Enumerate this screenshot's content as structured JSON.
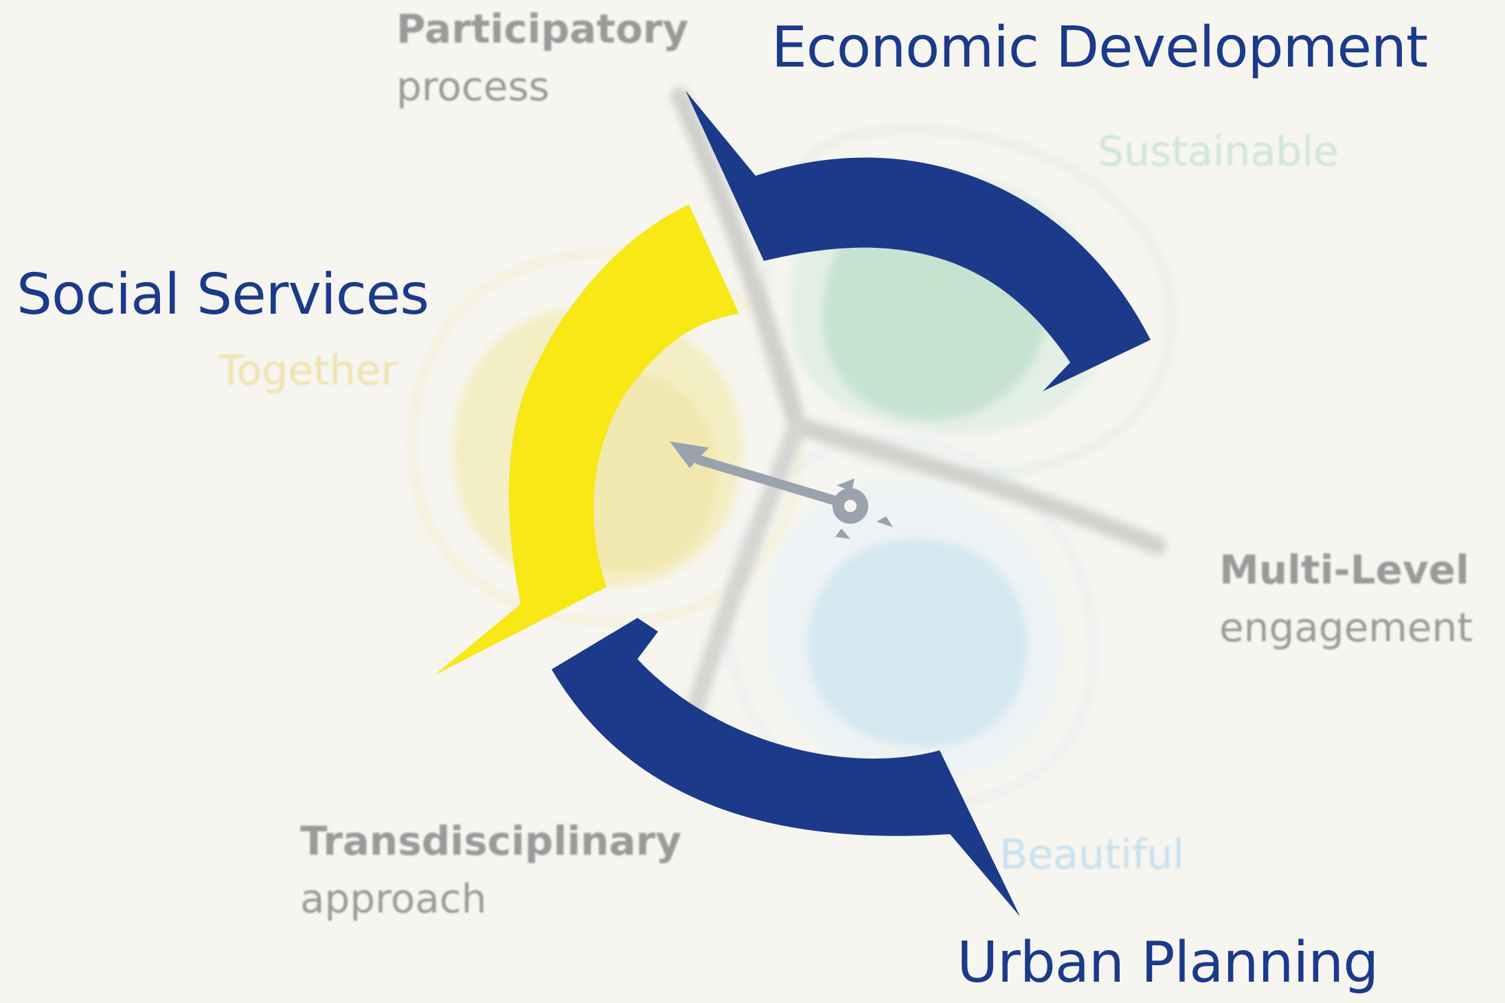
{
  "pillars": {
    "economic": "Economic Development",
    "social": "Social Services",
    "urban": "Urban Planning"
  },
  "values": {
    "sustainable": "Sustainable",
    "together": "Together",
    "beautiful": "Beautiful"
  },
  "principles": {
    "participatory_line1": "Participatory",
    "participatory_line2": "process",
    "multilevel_line1": "Multi-Level",
    "multilevel_line2": "engagement",
    "transdisciplinary_line1": "Transdisciplinary",
    "transdisciplinary_line2": "approach"
  },
  "colors": {
    "navy": "#1b3a8a",
    "yellow": "#f7e816",
    "green_blob": "#c6e3d2",
    "blue_blob": "#d4e8ef",
    "yellow_blob": "#f3ebb4",
    "gray_text": "#9a9a9a",
    "background": "#f6f5f0"
  },
  "icons": {
    "center": "compass-needle-icon"
  }
}
